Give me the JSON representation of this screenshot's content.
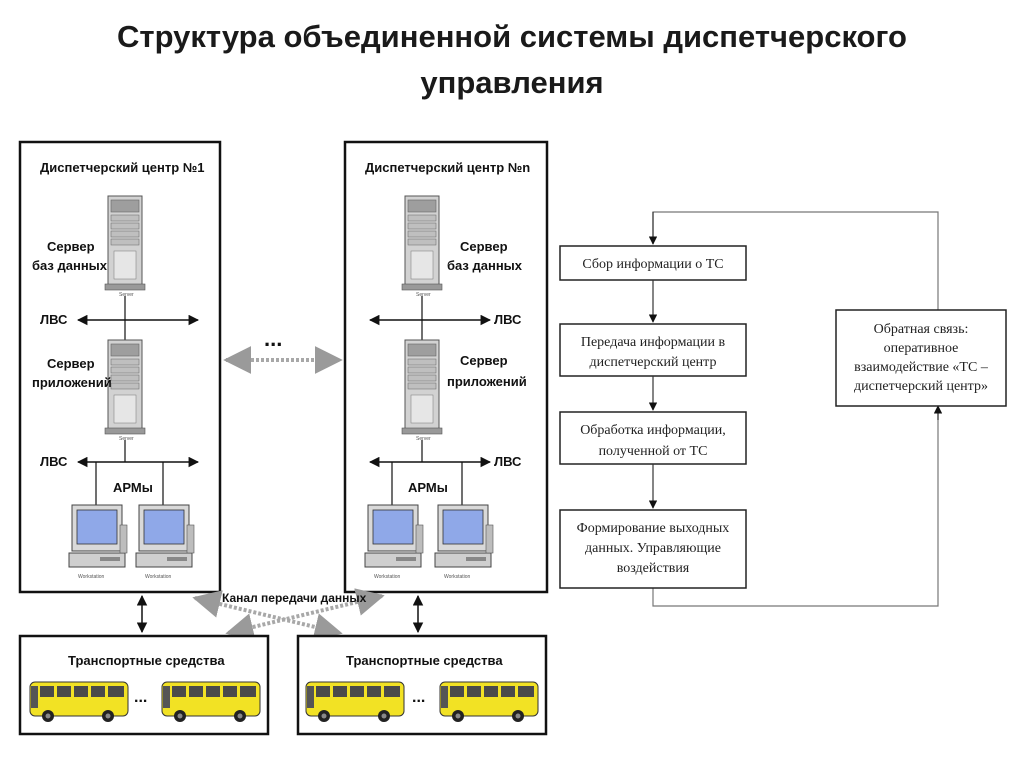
{
  "title": {
    "line1": "Структура объединенной системы диспетчерского",
    "line2": "управления"
  },
  "centers": [
    {
      "name": "Диспетчерский центр  №1",
      "db_server": [
        "Сервер",
        "баз данных"
      ],
      "app_server": [
        "Сервер",
        "приложений"
      ],
      "lan": "ЛВС",
      "workstations": "АРМы"
    },
    {
      "name": "Диспетчерский центр  №n",
      "db_server": [
        "Сервер",
        "баз данных"
      ],
      "app_server": [
        "Сервер",
        "приложений"
      ],
      "lan": "ЛВС",
      "workstations": "АРМы"
    }
  ],
  "between_centers": "...",
  "channel": "Канал передачи данных",
  "transport": [
    {
      "label": "Транспортные средства",
      "ellipsis": "..."
    },
    {
      "label": "Транспортные средства",
      "ellipsis": "..."
    }
  ],
  "server_caption": "Server",
  "workstation_caption": "Workstation",
  "flow_steps": [
    [
      "Сбор информации о ТС"
    ],
    [
      "Передача информации в",
      "диспетчерский центр"
    ],
    [
      "Обработка информации,",
      "полученной от ТС"
    ],
    [
      "Формирование выходных",
      "данных. Управляющие",
      "воздействия"
    ]
  ],
  "feedback": [
    "Обратная связь:",
    "оперативное",
    "взаимодействие «ТС –",
    "диспетчерский центр»"
  ],
  "colors": {
    "bus": "#f2e224",
    "screen": "#8fa8e8",
    "server": "#c9c9c9",
    "border": "#111111"
  }
}
